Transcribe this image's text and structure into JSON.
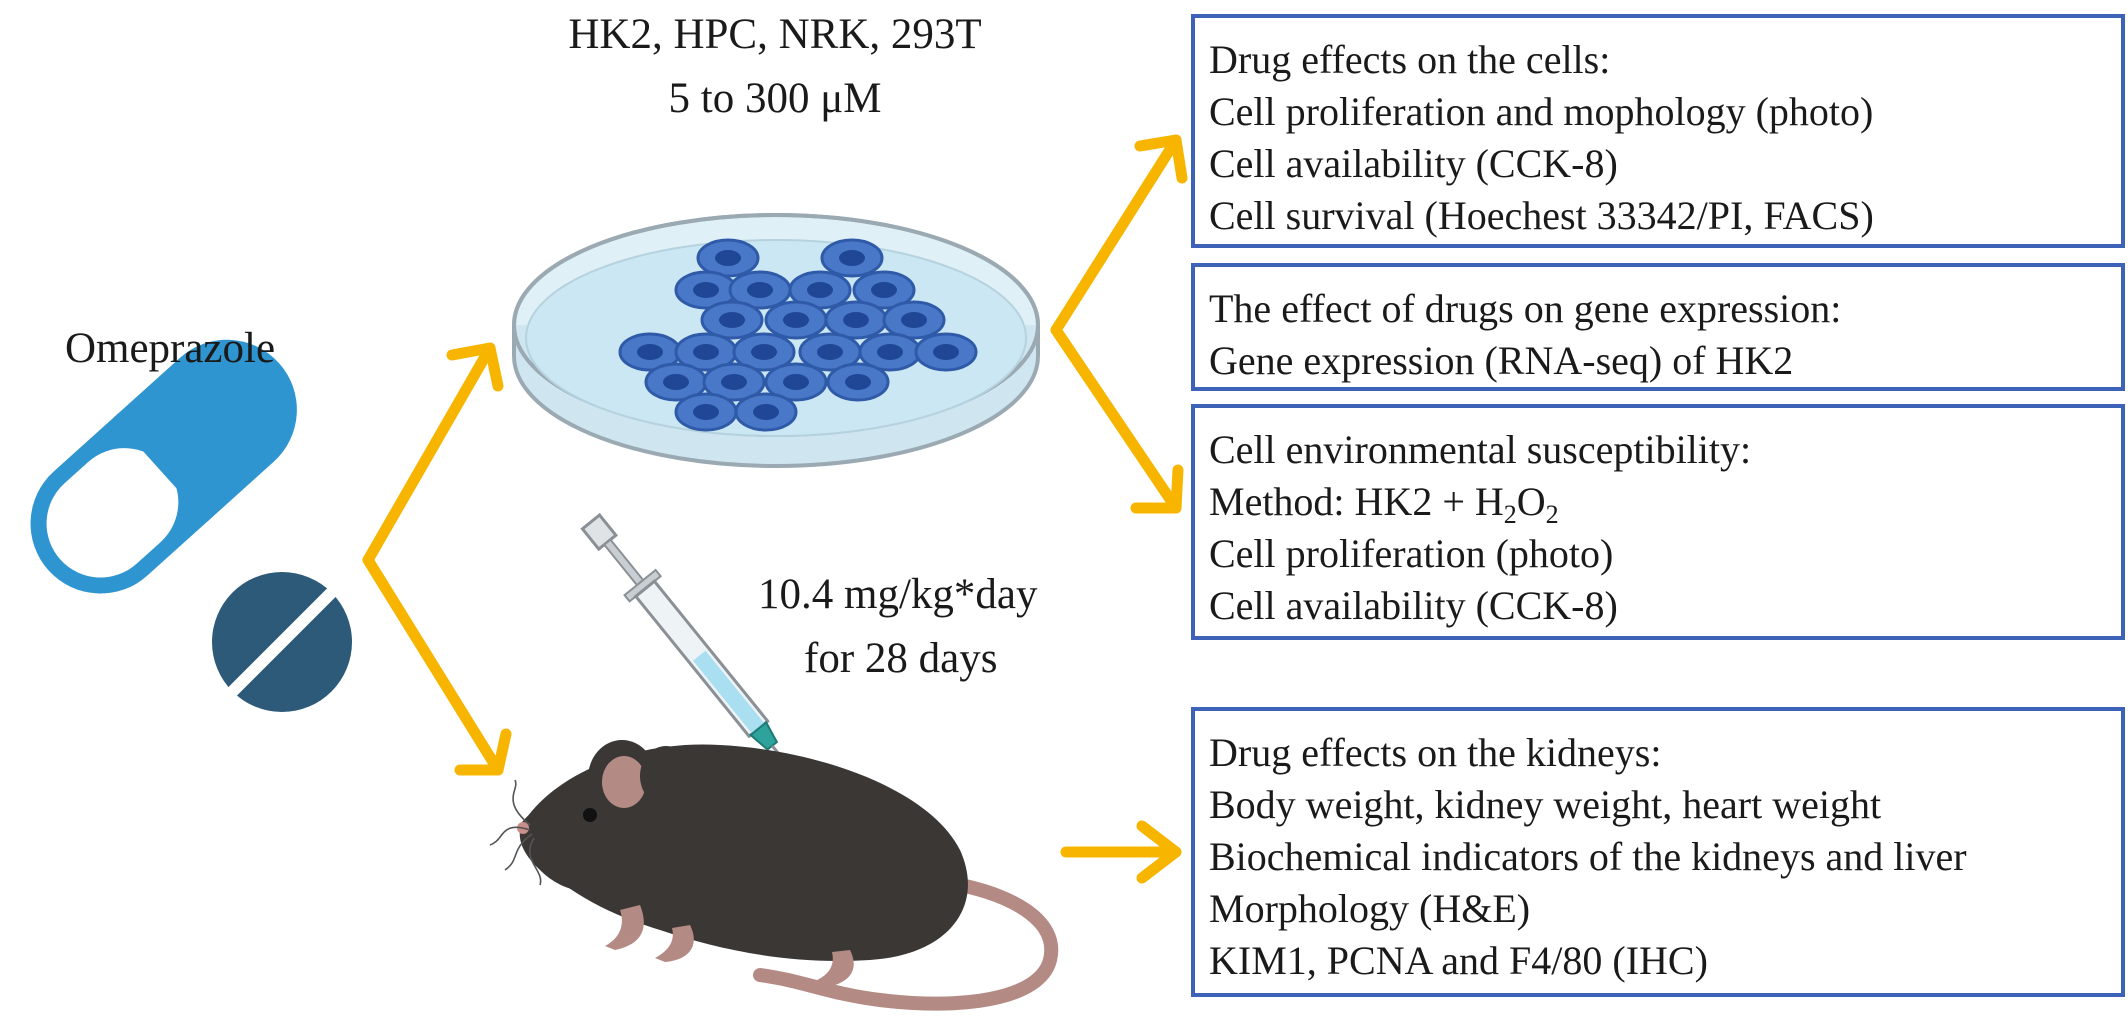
{
  "drug": {
    "name": "Omeprazole"
  },
  "cells": {
    "lines": "HK2, HPC, NRK, 293T",
    "dose": "5 to 300 μM"
  },
  "mouse": {
    "dose": "10.4 mg/kg*day",
    "duration": "for 28 days"
  },
  "boxes": {
    "cells": {
      "title": "Drug effects on the cells:",
      "items": [
        "Cell proliferation and mophology (photo)",
        "Cell availability (CCK-8)",
        "Cell survival (Hoechest 33342/PI, FACS)"
      ]
    },
    "gene": {
      "title": "The effect of drugs on gene expression:",
      "items": [
        "Gene expression (RNA-seq) of HK2"
      ]
    },
    "susceptibility": {
      "title": "Cell environmental susceptibility:",
      "method_prefix": "Method: HK2 + H",
      "method_sub1": "2",
      "method_mid": "O",
      "method_sub2": "2",
      "items": [
        "Cell proliferation (photo)",
        "Cell availability (CCK-8)"
      ]
    },
    "kidneys": {
      "title": "Drug effects on the kidneys:",
      "items": [
        "Body weight, kidney weight, heart weight",
        "Biochemical indicators of the kidneys and liver",
        "Morphology (H&E)",
        "KIM1, PCNA and F4/80 (IHC)"
      ]
    }
  },
  "colors": {
    "arrow": "#f7b500",
    "box_border": "#3c63b8",
    "capsule": "#2f95d1",
    "tablet": "#2c5a78",
    "cell": "#4a78c8",
    "mouse": "#3a3735"
  }
}
